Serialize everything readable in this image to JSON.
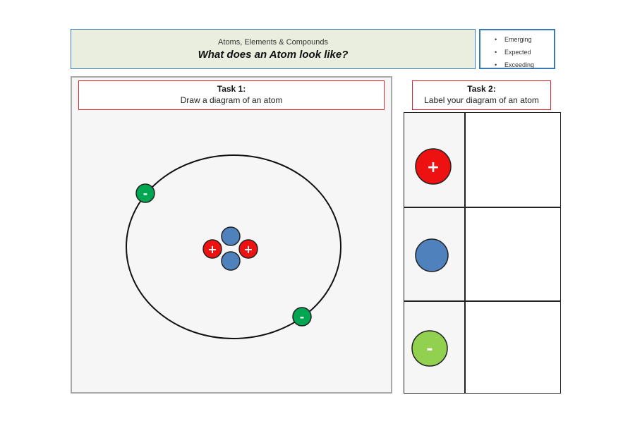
{
  "header": {
    "subtitle": "Atoms, Elements & Compounds",
    "title": "What does an Atom look like?"
  },
  "levels": [
    "Emerging",
    "Expected",
    "Exceeding"
  ],
  "task1": {
    "title": "Task 1:",
    "description": "Draw a diagram of an atom"
  },
  "task2": {
    "title": "Task 2:",
    "description": "Label your diagram of an atom"
  },
  "symbols": {
    "plus": "+",
    "minus": "-"
  },
  "colors": {
    "proton": "#ee1111",
    "neutron": "#4f81bd",
    "electron": "#00a651",
    "electron_key": "#92d050",
    "header_bg": "#e9eedf",
    "header_border": "#3a78b8",
    "task_border": "#d9282f"
  }
}
